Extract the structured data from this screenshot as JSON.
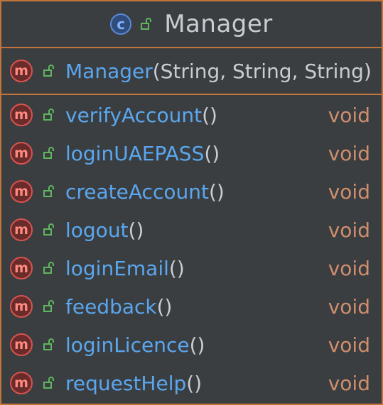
{
  "class": {
    "name": "Manager",
    "icon_letter": "c",
    "constructor": {
      "name": "Manager",
      "params": "(String, String, String)"
    },
    "methods": [
      {
        "name": "verifyAccount",
        "params": "()",
        "return_type": "void"
      },
      {
        "name": "loginUAEPASS",
        "params": "()",
        "return_type": "void"
      },
      {
        "name": "createAccount",
        "params": "()",
        "return_type": "void"
      },
      {
        "name": "logout",
        "params": "()",
        "return_type": "void"
      },
      {
        "name": "loginEmail",
        "params": "()",
        "return_type": "void"
      },
      {
        "name": "feedback",
        "params": "()",
        "return_type": "void"
      },
      {
        "name": "loginLicence",
        "params": "()",
        "return_type": "void"
      },
      {
        "name": "requestHelp",
        "params": "()",
        "return_type": "void"
      }
    ],
    "method_icon_letter": "m"
  },
  "icons": {
    "class_icon": "class-c-icon",
    "method_icon": "method-m-icon",
    "visibility_icon": "open-lock-icon"
  },
  "colors": {
    "border": "#c2753a",
    "background": "#3b3e41",
    "method_name": "#5aa7ef",
    "return_type": "#cf8e6d",
    "text": "#c9cdd3",
    "method_icon": "#d9534f",
    "class_icon": "#5a8ad8",
    "lock": "#5fb65f"
  }
}
